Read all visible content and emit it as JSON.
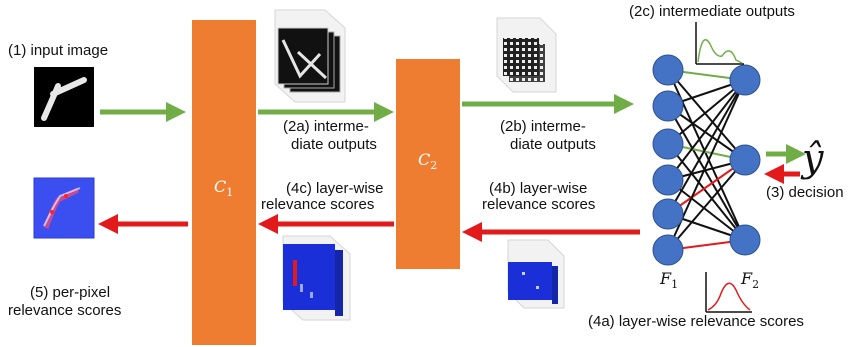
{
  "labels": {
    "input_image": "(1) input image",
    "intermediate_2a_l1": "(2a) interme-",
    "intermediate_2a_l2": "diate outputs",
    "intermediate_2b_l1": "(2b) interme-",
    "intermediate_2b_l2": "diate outputs",
    "intermediate_2c": "(2c) intermediate outputs",
    "decision": "(3) decision",
    "relevance_4a": "(4a) layer-wise relevance scores",
    "relevance_4b_l1": "(4b) layer-wise",
    "relevance_4b_l2": "relevance scores",
    "relevance_4c_l1": "(4c) layer-wise",
    "relevance_4c_l2": "relevance scores",
    "per_pixel_l1": "(5) per-pixel",
    "per_pixel_l2": "relevance scores"
  },
  "symbols": {
    "c1_base": "C",
    "c1_sub": "1",
    "c2_base": "C",
    "c2_sub": "2",
    "f1_base": "F",
    "f1_sub": "1",
    "f2_base": "F",
    "f2_sub": "2",
    "y_hat": "ŷ"
  },
  "colors": {
    "conv_block": "#ee7d31",
    "neuron": "#4472c4",
    "forward_arrow": "#70ad47",
    "backward_arrow": "#e31a1c",
    "relevance_map": "#1b2fd8"
  }
}
